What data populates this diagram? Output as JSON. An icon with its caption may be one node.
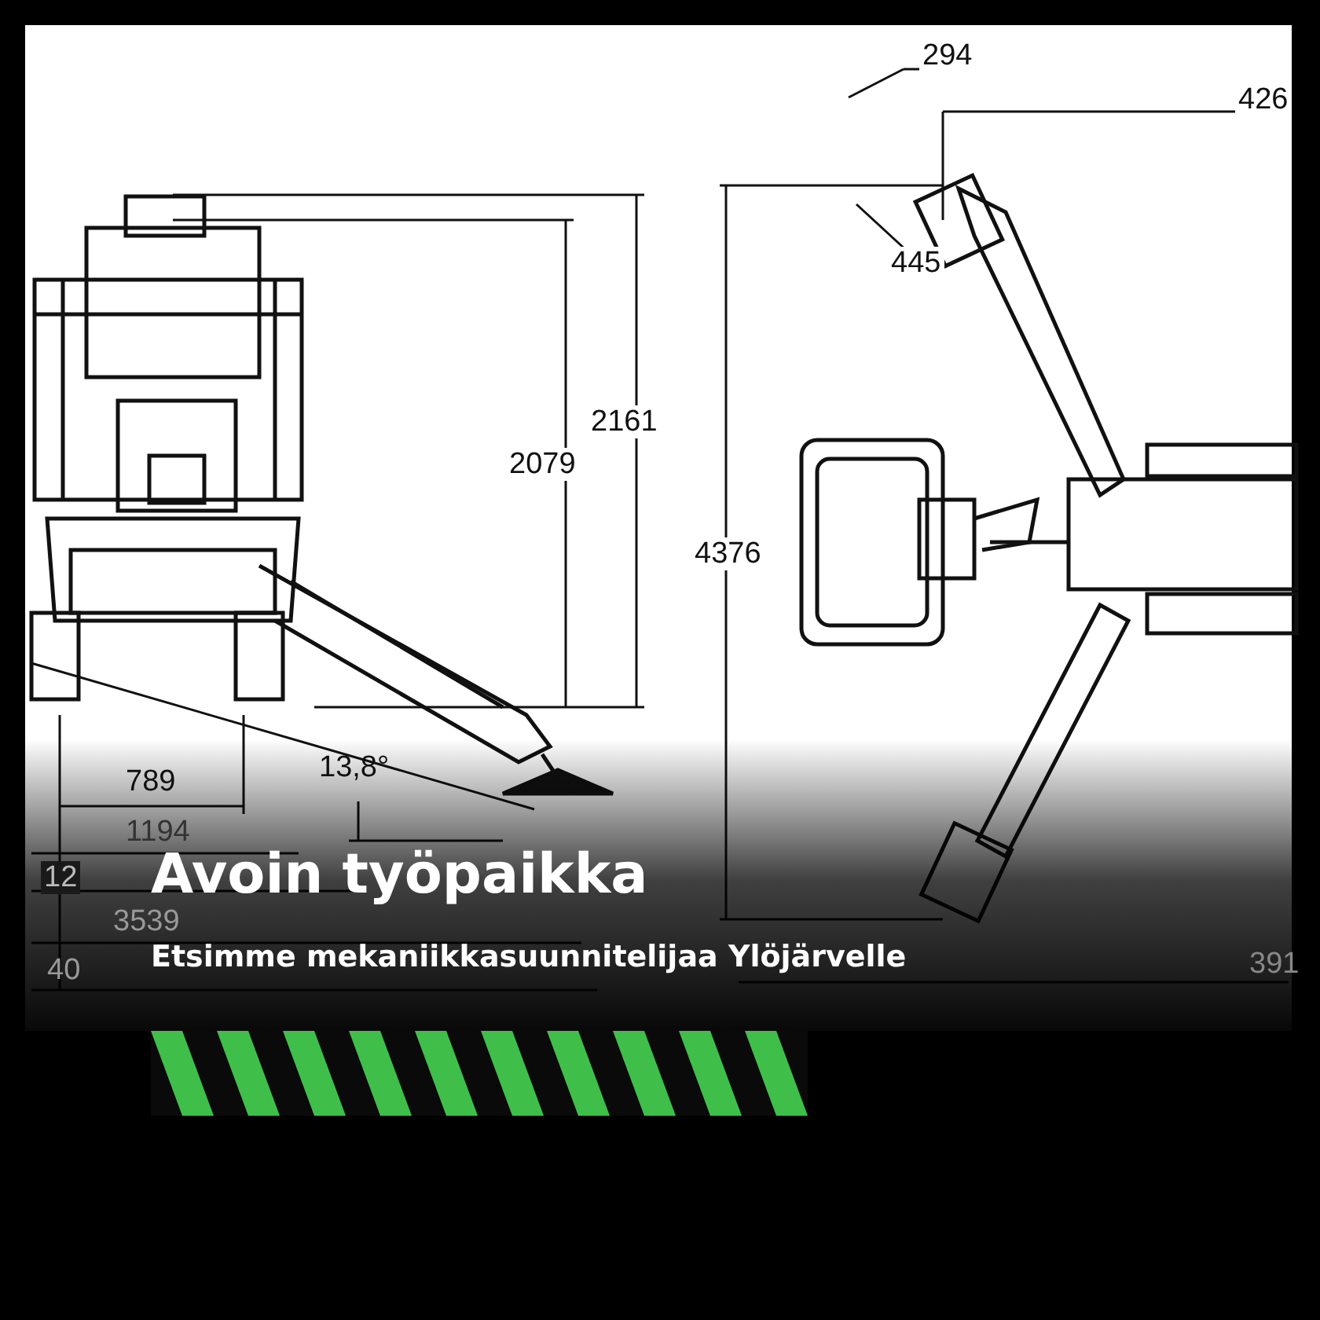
{
  "diagram": {
    "title": "Avoin työpaikka",
    "caption": "Etsimme mekaniikkasuunnitelijaa Ylöjärvelle",
    "labels": [
      "294",
      "426",
      "445",
      "2161",
      "2079",
      "4376",
      "789",
      "13,8°",
      "1194",
      "12",
      "3539",
      "40",
      "391"
    ]
  }
}
